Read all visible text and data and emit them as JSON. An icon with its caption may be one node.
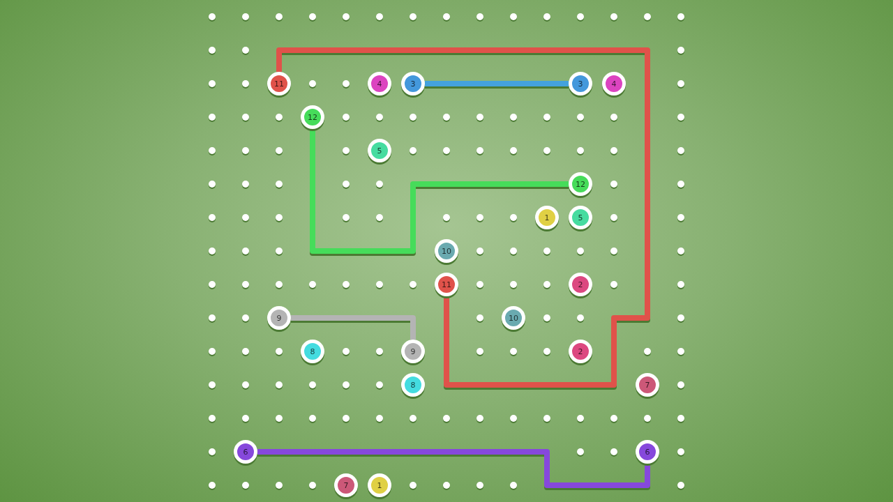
{
  "diagram": {
    "nodes": [
      {
        "text": [
          "11"
        ]
      },
      {
        "text": [
          "4"
        ]
      },
      {
        "text": [
          "3"
        ]
      },
      {
        "text": [
          "3"
        ]
      },
      {
        "text": [
          "4"
        ]
      },
      {
        "text": [
          "12"
        ]
      },
      {
        "text": [
          "5"
        ]
      },
      {
        "text": [
          "12"
        ]
      },
      {
        "text": [
          "1"
        ]
      },
      {
        "text": [
          "5"
        ]
      },
      {
        "text": [
          "10"
        ]
      },
      {
        "text": [
          "11"
        ]
      },
      {
        "text": [
          "2"
        ]
      },
      {
        "text": [
          "9"
        ]
      },
      {
        "text": [
          "10"
        ]
      },
      {
        "text": [
          "8"
        ]
      },
      {
        "text": [
          "9"
        ]
      },
      {
        "text": [
          "2"
        ]
      },
      {
        "text": [
          "8"
        ]
      },
      {
        "text": [
          "7"
        ]
      },
      {
        "text": [
          "6"
        ]
      },
      {
        "text": [
          "6"
        ]
      },
      {
        "text": [
          "7"
        ]
      },
      {
        "text": [
          "1"
        ]
      }
    ],
    "edges": [
      {
        "from": 0,
        "to": 11,
        "arrow": "none",
        "color": "#e0524a"
      },
      {
        "from": 2,
        "to": 3,
        "arrow": "none",
        "color": "#44a2dd"
      },
      {
        "from": 5,
        "to": 7,
        "arrow": "none",
        "color": "#46dc5a"
      },
      {
        "from": 13,
        "to": 16,
        "arrow": "none",
        "color": "#b4b4b4"
      },
      {
        "from": 20,
        "to": 21,
        "arrow": "none",
        "color": "#8648dc"
      }
    ]
  }
}
